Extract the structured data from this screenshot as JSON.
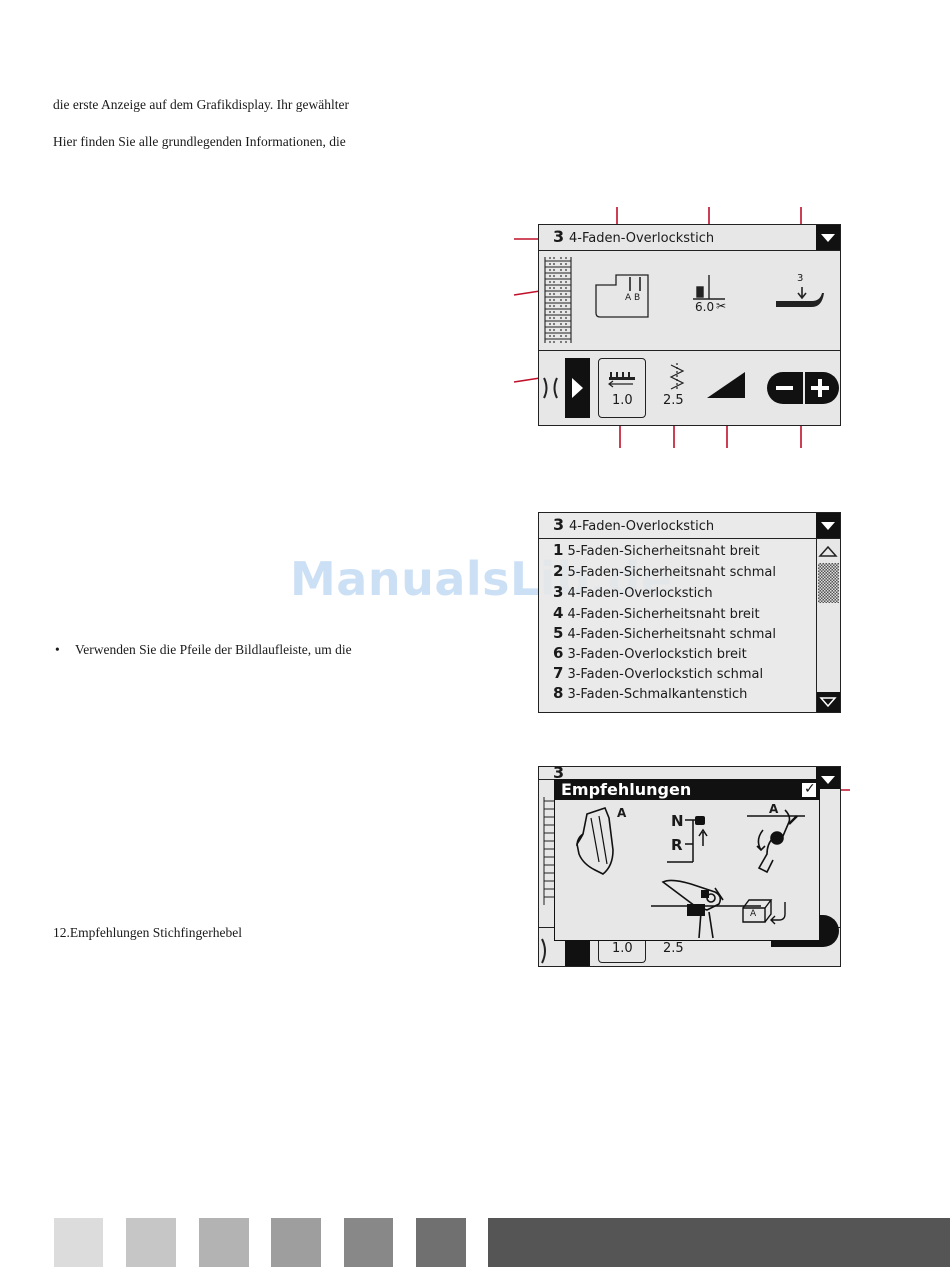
{
  "text": {
    "line1": "die erste Anzeige auf dem Grafikdisplay. Ihr gewählter",
    "line2": "Hier finden Sie alle grundlegenden Informationen, die",
    "bullet": "•",
    "bullet_text": "Verwenden Sie die Pfeile der Bildlaufleiste, um die",
    "item12": "12.Empfehlungen Stichfingerhebel"
  },
  "watermark": "ManualsLib.de",
  "screen1": {
    "stitch_number": "3",
    "stitch_name": "4-Faden-Overlockstich",
    "presser_foot_label": "A B",
    "knife_value": "6.0",
    "pressure_value": "3",
    "diff_feed_value": "1.0",
    "stitch_length_value": "2.5"
  },
  "screen2": {
    "stitch_number": "3",
    "stitch_name": "4-Faden-Overlockstich",
    "items": [
      {
        "num": "1",
        "label": "5-Faden-Sicherheitsnaht breit"
      },
      {
        "num": "2",
        "label": "5-Faden-Sicherheitsnaht schmal"
      },
      {
        "num": "3",
        "label": "4-Faden-Overlockstich"
      },
      {
        "num": "4",
        "label": "4-Faden-Sicherheitsnaht breit"
      },
      {
        "num": "5",
        "label": "4-Faden-Sicherheitsnaht schmal"
      },
      {
        "num": "6",
        "label": "3-Faden-Overlockstich breit"
      },
      {
        "num": "7",
        "label": "3-Faden-Overlockstich schmal"
      },
      {
        "num": "8",
        "label": "3-Faden-Schmalkantenstich"
      }
    ]
  },
  "screen3": {
    "stitch_number": "3",
    "dialog_title": "Empfehlungen",
    "foot_letter": "A",
    "lever_n": "N",
    "lever_r": "R",
    "foot_letter_2": "A",
    "box_letter": "A",
    "bg_value_1": "1.0",
    "bg_value_2": "2.5",
    "check": "✓"
  },
  "colors": {
    "callout": "#c0102a",
    "lcd_bg": "#e7e7e7",
    "bars": [
      "#dcdcdc",
      "#c6c6c6",
      "#b3b3b3",
      "#9e9e9e",
      "#888888",
      "#707070",
      "#555555"
    ]
  }
}
